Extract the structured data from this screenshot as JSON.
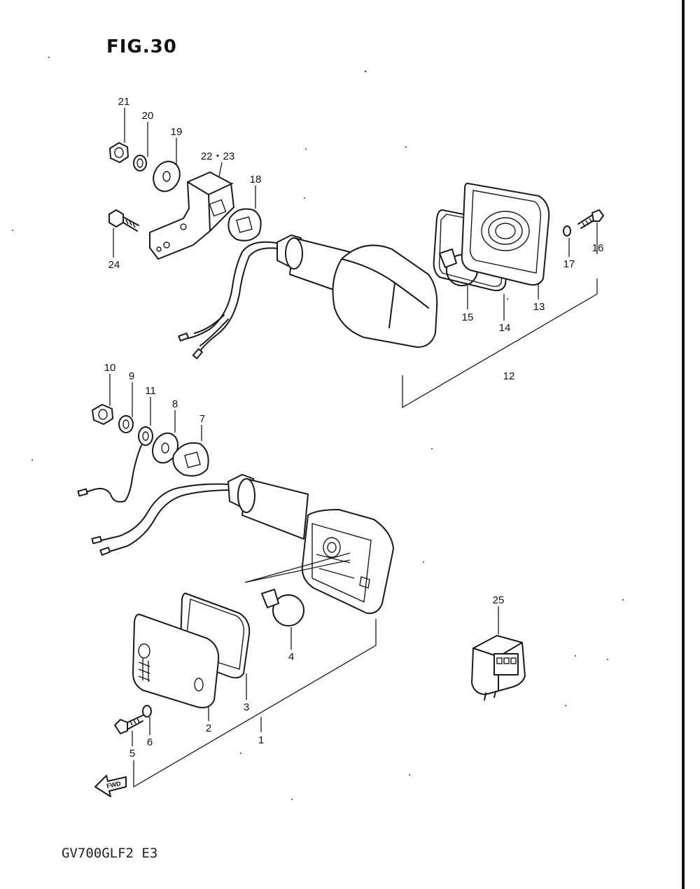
{
  "figure": {
    "title": "FIG.30",
    "model_code": "GV700GLF2 E3",
    "fwd_marker": "FWD"
  },
  "callouts": {
    "c1": "1",
    "c2": "2",
    "c3": "3",
    "c4": "4",
    "c5": "5",
    "c6": "6",
    "c7": "7",
    "c8": "8",
    "c9": "9",
    "c10": "10",
    "c11": "11",
    "c12": "12",
    "c13": "13",
    "c14": "14",
    "c15": "15",
    "c16": "16",
    "c17": "17",
    "c18": "18",
    "c19": "19",
    "c20": "20",
    "c21": "21",
    "c22_23": "22・23",
    "c24": "24",
    "c25": "25"
  }
}
